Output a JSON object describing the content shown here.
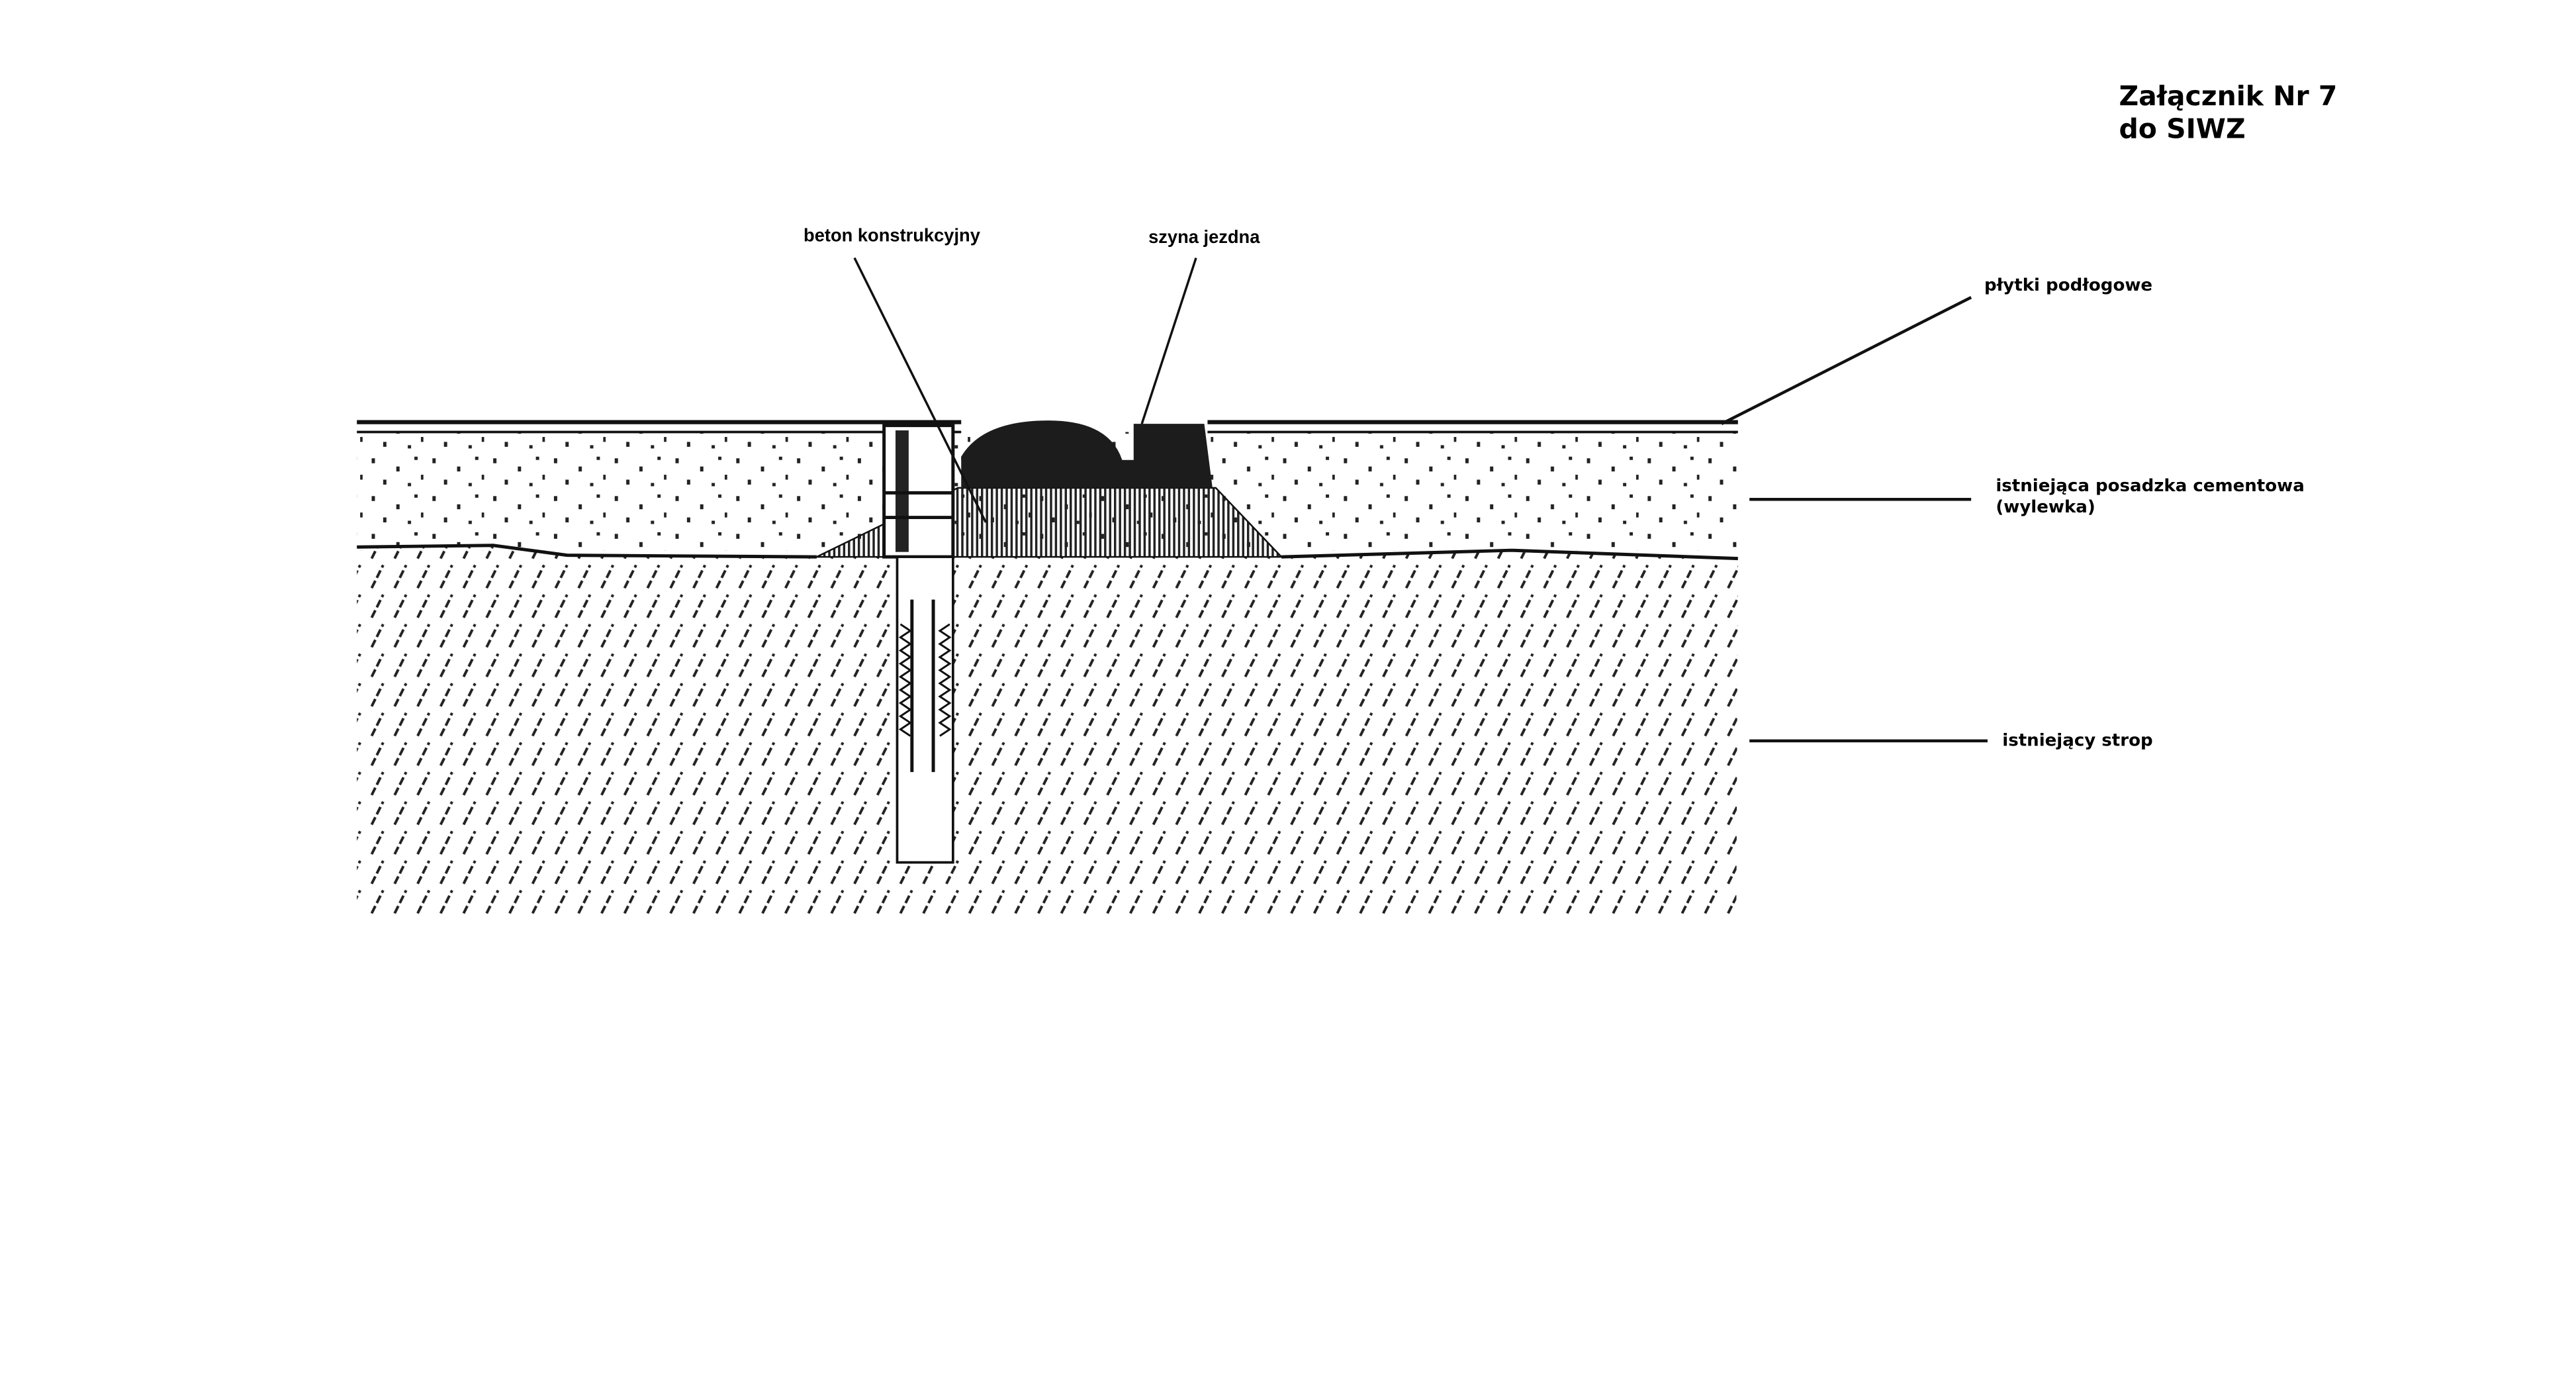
{
  "header": {
    "title_line1": "Załącznik Nr 7",
    "title_line2": "do SIWZ"
  },
  "labels": {
    "structural_concrete": "beton konstrukcyjny",
    "rail": "szyna jezdna",
    "floor_tiles": "płytki podłogowe",
    "cement_screed_line1": "istniejąca posadzka cementowa",
    "cement_screed_line2": "(wylewka)",
    "existing_slab": "istniejący strop"
  },
  "colors": {
    "ink": "#111111",
    "paper": "#ffffff"
  }
}
